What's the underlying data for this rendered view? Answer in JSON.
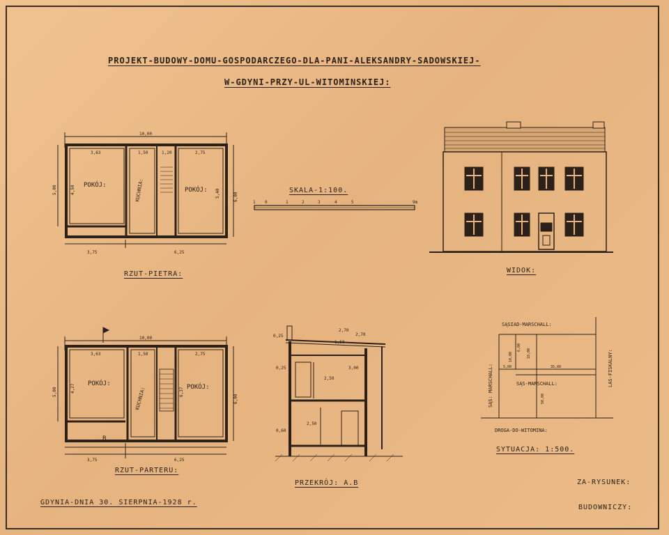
{
  "title_line1": "PROJEKT-BUDOWY-DOMU-GOSPODARCZEGO-DLA-PANI-ALEKSANDRY-SADOWSKIEJ-",
  "title_line2": "W-GDYNI-PRZY-UL-WITOMINSKIEJ:",
  "scale_label": "SKALA-1:100.",
  "scale_ticks": [
    "1",
    "0",
    "1",
    "2",
    "3",
    "4",
    "5"
  ],
  "scale_end": "9m",
  "upper_floor": {
    "caption": "RZUT-PIETRA:",
    "room_left": "POKÓJ:",
    "room_right": "POKÓJ:",
    "kitchen": "KUCHNIA:",
    "dims": {
      "total_width": "10,00",
      "left_width": "3,75",
      "right_width": "6,25",
      "height": "5,00",
      "height_right": "6,00",
      "room1_w": "3,63",
      "room2_w": "2,75",
      "stair_w": "1,20",
      "kitchen_w": "1,50",
      "room1_h": "4,50",
      "room2_h": "5,40"
    }
  },
  "ground_floor": {
    "caption": "RZUT-PARTERU:",
    "room_left": "POKÓJ:",
    "room_right": "POKÓJ:",
    "kitchen": "KUCHNIA:",
    "section_mark": "B",
    "dims": {
      "total_width": "10,00",
      "left_width": "3,75",
      "right_width": "6,25",
      "height": "5,00",
      "height_right": "6,00",
      "room1_w": "3,63",
      "room2_w": "2,75",
      "kitchen_w": "1,50",
      "room1_h": "4,27",
      "room2_h": "6,37"
    }
  },
  "elevation_caption": "WIDOK:",
  "section": {
    "caption": "PRZEKRÓJ: A.B",
    "labels": [
      "2,70",
      "1,50",
      "2,70",
      "0,25",
      "0,25",
      "2,50",
      "3,00",
      "2,50",
      "0,60"
    ]
  },
  "site": {
    "caption": "SYTUACJA: 1:500.",
    "north": "SĄSIAD-MARSCHALL:",
    "west": "SĄS: MARSCHALL:",
    "center": "SĄS-MARSCHALL:",
    "east": "LAS-FISKALNY:",
    "south": "DROGA-DO-WITOMINA:",
    "dims": [
      "5,00",
      "35,00",
      "6,00",
      "18,00",
      "50,00",
      "10,00"
    ]
  },
  "date_line": "GDYNIA-DNIA 30. SIERPNIA-1928 r.",
  "draftsman_label": "ZA-RYSUNEK:",
  "builder_label": "BUDOWNICZY:"
}
